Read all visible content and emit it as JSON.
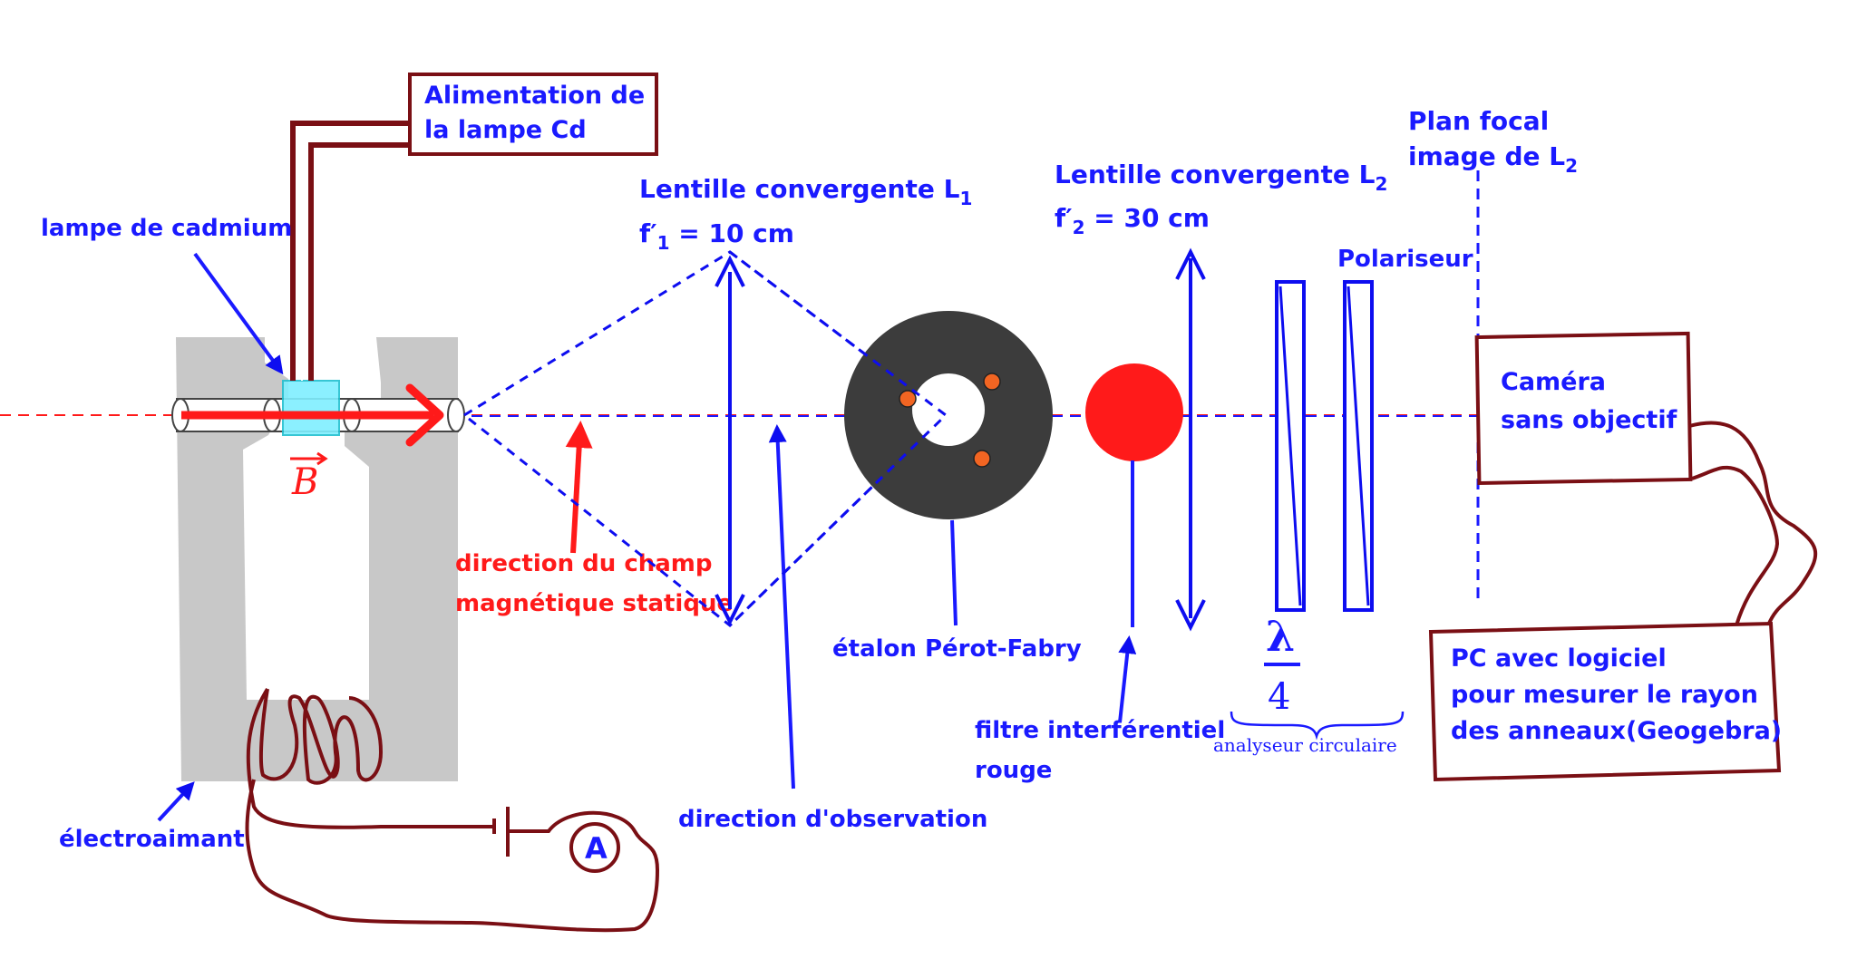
{
  "labels": {
    "alimentation_line1": "Alimentation de",
    "alimentation_line2": "la lampe Cd",
    "lampe": "lampe de cadmium",
    "electroaimant": "électroaimant",
    "ammeter": "A",
    "field_symbol": "B",
    "champ_line1": "direction du champ",
    "champ_line2": "magnétique statique",
    "observation": "direction d'observation",
    "lentille1_title": "Lentille convergente L",
    "lentille1_sub": "1",
    "f1_prefix": "f",
    "f1_prime": "′",
    "f1_sub": "1",
    "f1_value": " = 10 cm",
    "etalon": "étalon Pérot-Fabry",
    "lentille2_title": "Lentille convergente L",
    "lentille2_sub": "2",
    "f2_prefix": "f",
    "f2_prime": "′",
    "f2_sub": "2",
    "f2_value": " = 30 cm",
    "filtre_line1": "filtre interférentiel",
    "filtre_line2": "rouge",
    "lambda": "λ",
    "four": "4",
    "analyseur": "analyseur circulaire",
    "polariseur": "Polariseur",
    "plan_line1": "Plan focal",
    "plan_line2": "image de L",
    "plan_sub": "2",
    "camera_line1": "Caméra",
    "camera_line2": "sans objectif",
    "pc_line1": "PC avec logiciel",
    "pc_line2": "pour mesurer le rayon",
    "pc_line3": "des anneaux(Geogebra)"
  },
  "colors": {
    "blue": "#1a1aff",
    "red": "#ff1a1a",
    "maroon": "#7a0f14",
    "magnet_gray": "#c8c8c8",
    "etalon_dark": "#3c3c3c",
    "lamp_cyan": "#7fefff",
    "dot_orange": "#f26522"
  }
}
